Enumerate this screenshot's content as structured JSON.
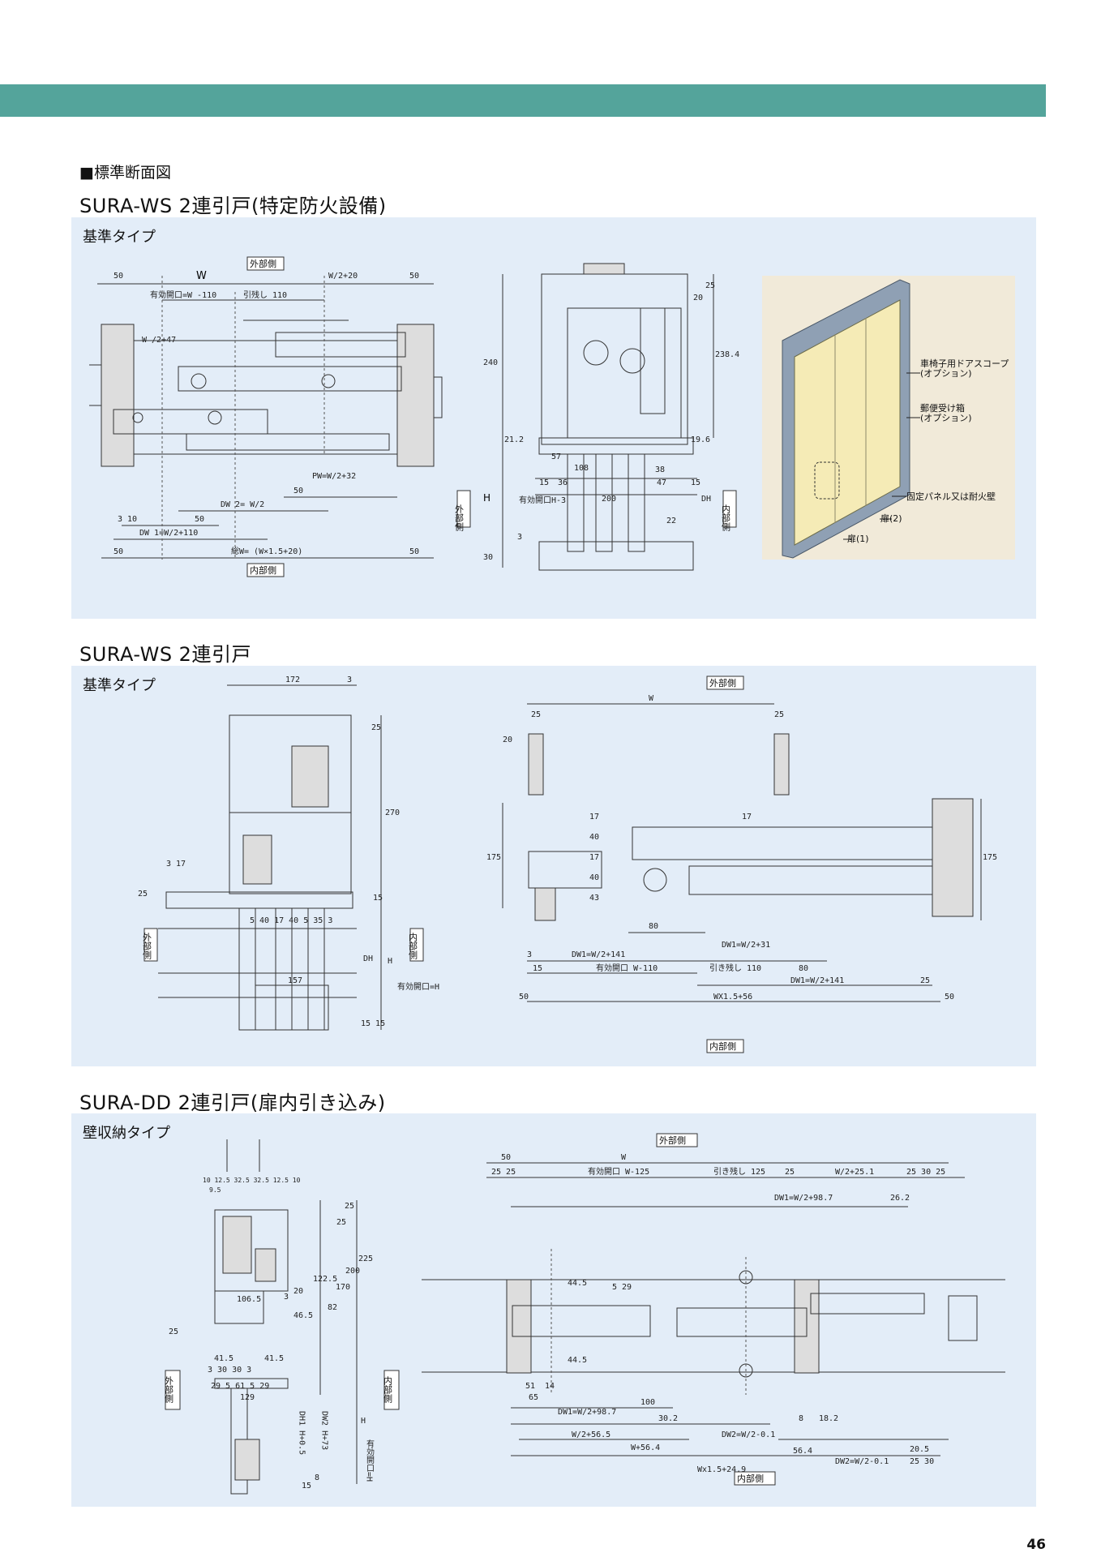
{
  "page": {
    "heading": "■標準断面図",
    "page_number": "46",
    "header_band_color": "#54a49b",
    "panel_color": "#e3edf8"
  },
  "sections": [
    {
      "title": "SURA-WS 2連引戸(特定防火設備)",
      "subtitle": "基準タイプ",
      "plan": {
        "label_top": "外部側",
        "label_bottom": "内部側",
        "dims": {
          "d50a": "50",
          "w": "W",
          "w2_20": "W/2+20",
          "d50b": "50",
          "opening": "有効開口=W -110",
          "hikinoko": "引残し 110",
          "w2_47": "W /2+47",
          "pw": "PW=W/2+32",
          "d50c": "50",
          "dw2": "DW 2= W/2",
          "d3_10": "3 10",
          "d50d": "50",
          "dw1": "DW 1=W/2+110",
          "d50e": "50",
          "total": "総W= (W×1.5+20)",
          "d50f": "50"
        }
      },
      "section": {
        "label_outside": "外部側",
        "label_inside": "内部側",
        "dims": {
          "d240": "240",
          "d20": "20",
          "d25": "25",
          "d238": "238.4",
          "d21": "21.2",
          "d19": "19.6",
          "opening_h": "有効開口H-3",
          "h": "H",
          "dh": "DH",
          "d30": "30",
          "d3": "3",
          "d22": "22",
          "d57": "57",
          "d108": "108",
          "d200": "200",
          "d15": "15",
          "d36": "36",
          "d38": "38",
          "d47": "47",
          "d15b": "15"
        }
      },
      "photo": {
        "labels": {
          "scope": "車椅子用ドアスコープ\n(オプション)",
          "mailbox": "郵便受け箱\n(オプション)",
          "panel": "固定パネル又は耐火壁",
          "door2": "扉(2)",
          "door1": "扉(1)"
        }
      }
    },
    {
      "title": "SURA-WS 2連引戸",
      "subtitle": "基準タイプ",
      "section": {
        "label_outside": "外部側",
        "label_inside": "内部側",
        "dims": {
          "d172": "172",
          "d3": "3",
          "d25": "25",
          "d270": "270",
          "d3_17": "3 17",
          "d25b": "25",
          "d15": "15",
          "row": "5  40   17  40   5  35  3",
          "dh": "DH",
          "h": "H",
          "opening_h": "有効開口=H",
          "d157": "157",
          "d15_15": "15 15"
        }
      },
      "plan": {
        "label_top": "外部側",
        "label_bottom": "内部側",
        "dims": {
          "w": "W",
          "d25a": "25",
          "d25b": "25",
          "d20": "20",
          "d17a": "17",
          "d40a": "40",
          "d17b": "17",
          "d17c": "17",
          "d40b": "40",
          "d175a": "175",
          "d43": "43",
          "d175b": "175",
          "d80": "80",
          "dw1_31": "DW1=W/2+31",
          "dw1_141": "DW1=W/2+141",
          "d3": "3",
          "d15": "15",
          "opening": "有効開口 W-110",
          "hikinoko": "引き残し 110",
          "d80b": "80",
          "dw1_141b": "DW1=W/2+141",
          "d25c": "25",
          "d50a": "50",
          "wx": "WX1.5+56",
          "d50b": "50"
        }
      }
    },
    {
      "title": "SURA-DD 2連引戸(扉内引き込み)",
      "subtitle": "壁収納タイプ",
      "section": {
        "label_outside": "外部側",
        "label_inside": "内部側",
        "dims": {
          "top": "10 12.5 32.5 32.5 12.5 10",
          "d9": "9.5",
          "d25a": "25",
          "d25b": "25",
          "d20": "20",
          "d225": "225",
          "d200": "200",
          "d170": "170",
          "d122": "122.5",
          "d82": "82",
          "d106": "106.5",
          "d46": "46.5",
          "d3": "3",
          "d25c": "25",
          "d41a": "41.5",
          "d41b": "41.5",
          "d30": "3  30   30  3",
          "row": "29  5  61  5  29",
          "d129": "129",
          "dh1": "DH1 H+0.5",
          "dw2": "DW2 H+73",
          "h": "H",
          "opening_h": "有効開口=H",
          "d15": "15",
          "d8": "8"
        }
      },
      "plan": {
        "label_top": "外部側",
        "label_bottom": "内部側",
        "dims": {
          "w": "W",
          "d50": "50",
          "d25a": "25 25",
          "opening": "有効開口 W-125",
          "hikinoko": "引き残し 125",
          "d25b": "25",
          "w2_25": "W/2+25.1",
          "d25_30": "25  30  25",
          "dw1_98": "DW1=W/2+98.7",
          "d26": "26.2",
          "d44a": "44.5",
          "d29": "5 29",
          "d44b": "44.5",
          "d51": "51",
          "d14": "14",
          "d65": "65",
          "dw1_98b": "DW1=W/2+98.7",
          "d100": "100",
          "d30_2": "30.2",
          "w2_56": "W/2+56.5",
          "dw2_0": "DW2=W/2-0.1",
          "w56": "W+56.4",
          "d18": "18.2",
          "d8": "8",
          "d56": "56.4",
          "d20_5": "20.5",
          "dw2_0b": "DW2=W/2-0.1",
          "d25_30b": "25  30",
          "wx": "Wx1.5+24.9"
        }
      }
    }
  ]
}
